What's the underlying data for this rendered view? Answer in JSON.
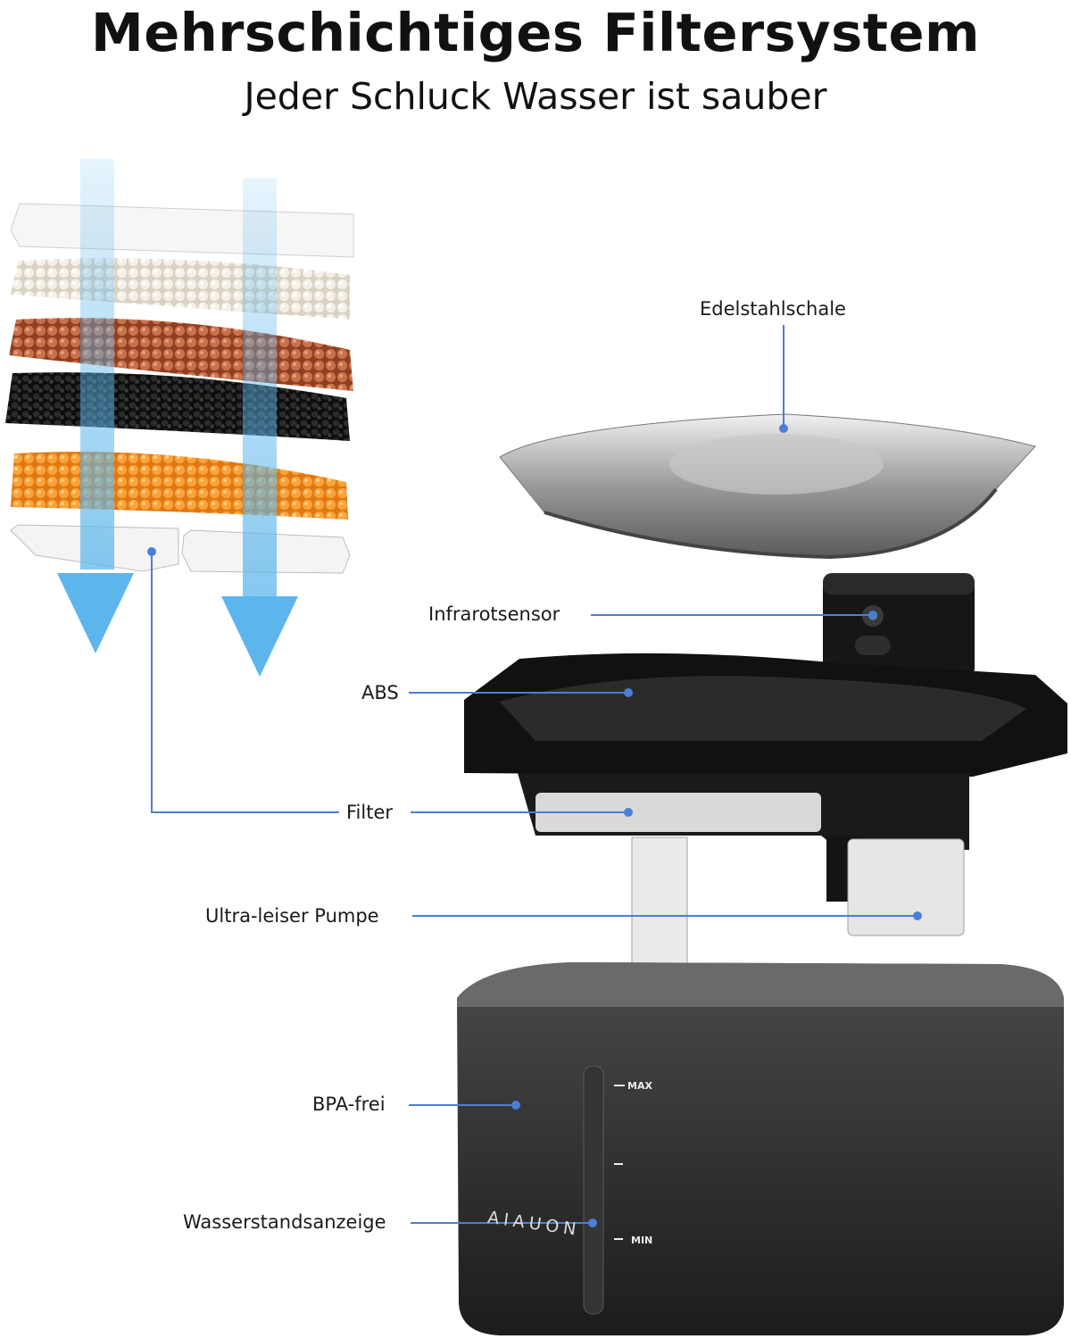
{
  "heading": {
    "title": "Mehrschichtiges Filtersystem",
    "subtitle": "Jeder Schluck Wasser ist sauber"
  },
  "callouts": {
    "bowl": "Edelstahlschale",
    "sensor": "Infrarotsensor",
    "tray": "ABS",
    "filter": "Filter",
    "pump": "Ultra-leiser Pumpe",
    "tank": "BPA-frei",
    "gauge": "Wasserstandsanzeige"
  },
  "tank_markings": {
    "max": "MAX",
    "min": "MIN",
    "brand": "AIAUON"
  },
  "colors": {
    "callout_line": "#4a7fd6",
    "flow_arrow": "#5cb6ec",
    "white_balls": "#f1ece2",
    "red_balls": "#c66a46",
    "carbon": "#1b1b1b",
    "orange_balls": "#f59a2a"
  }
}
